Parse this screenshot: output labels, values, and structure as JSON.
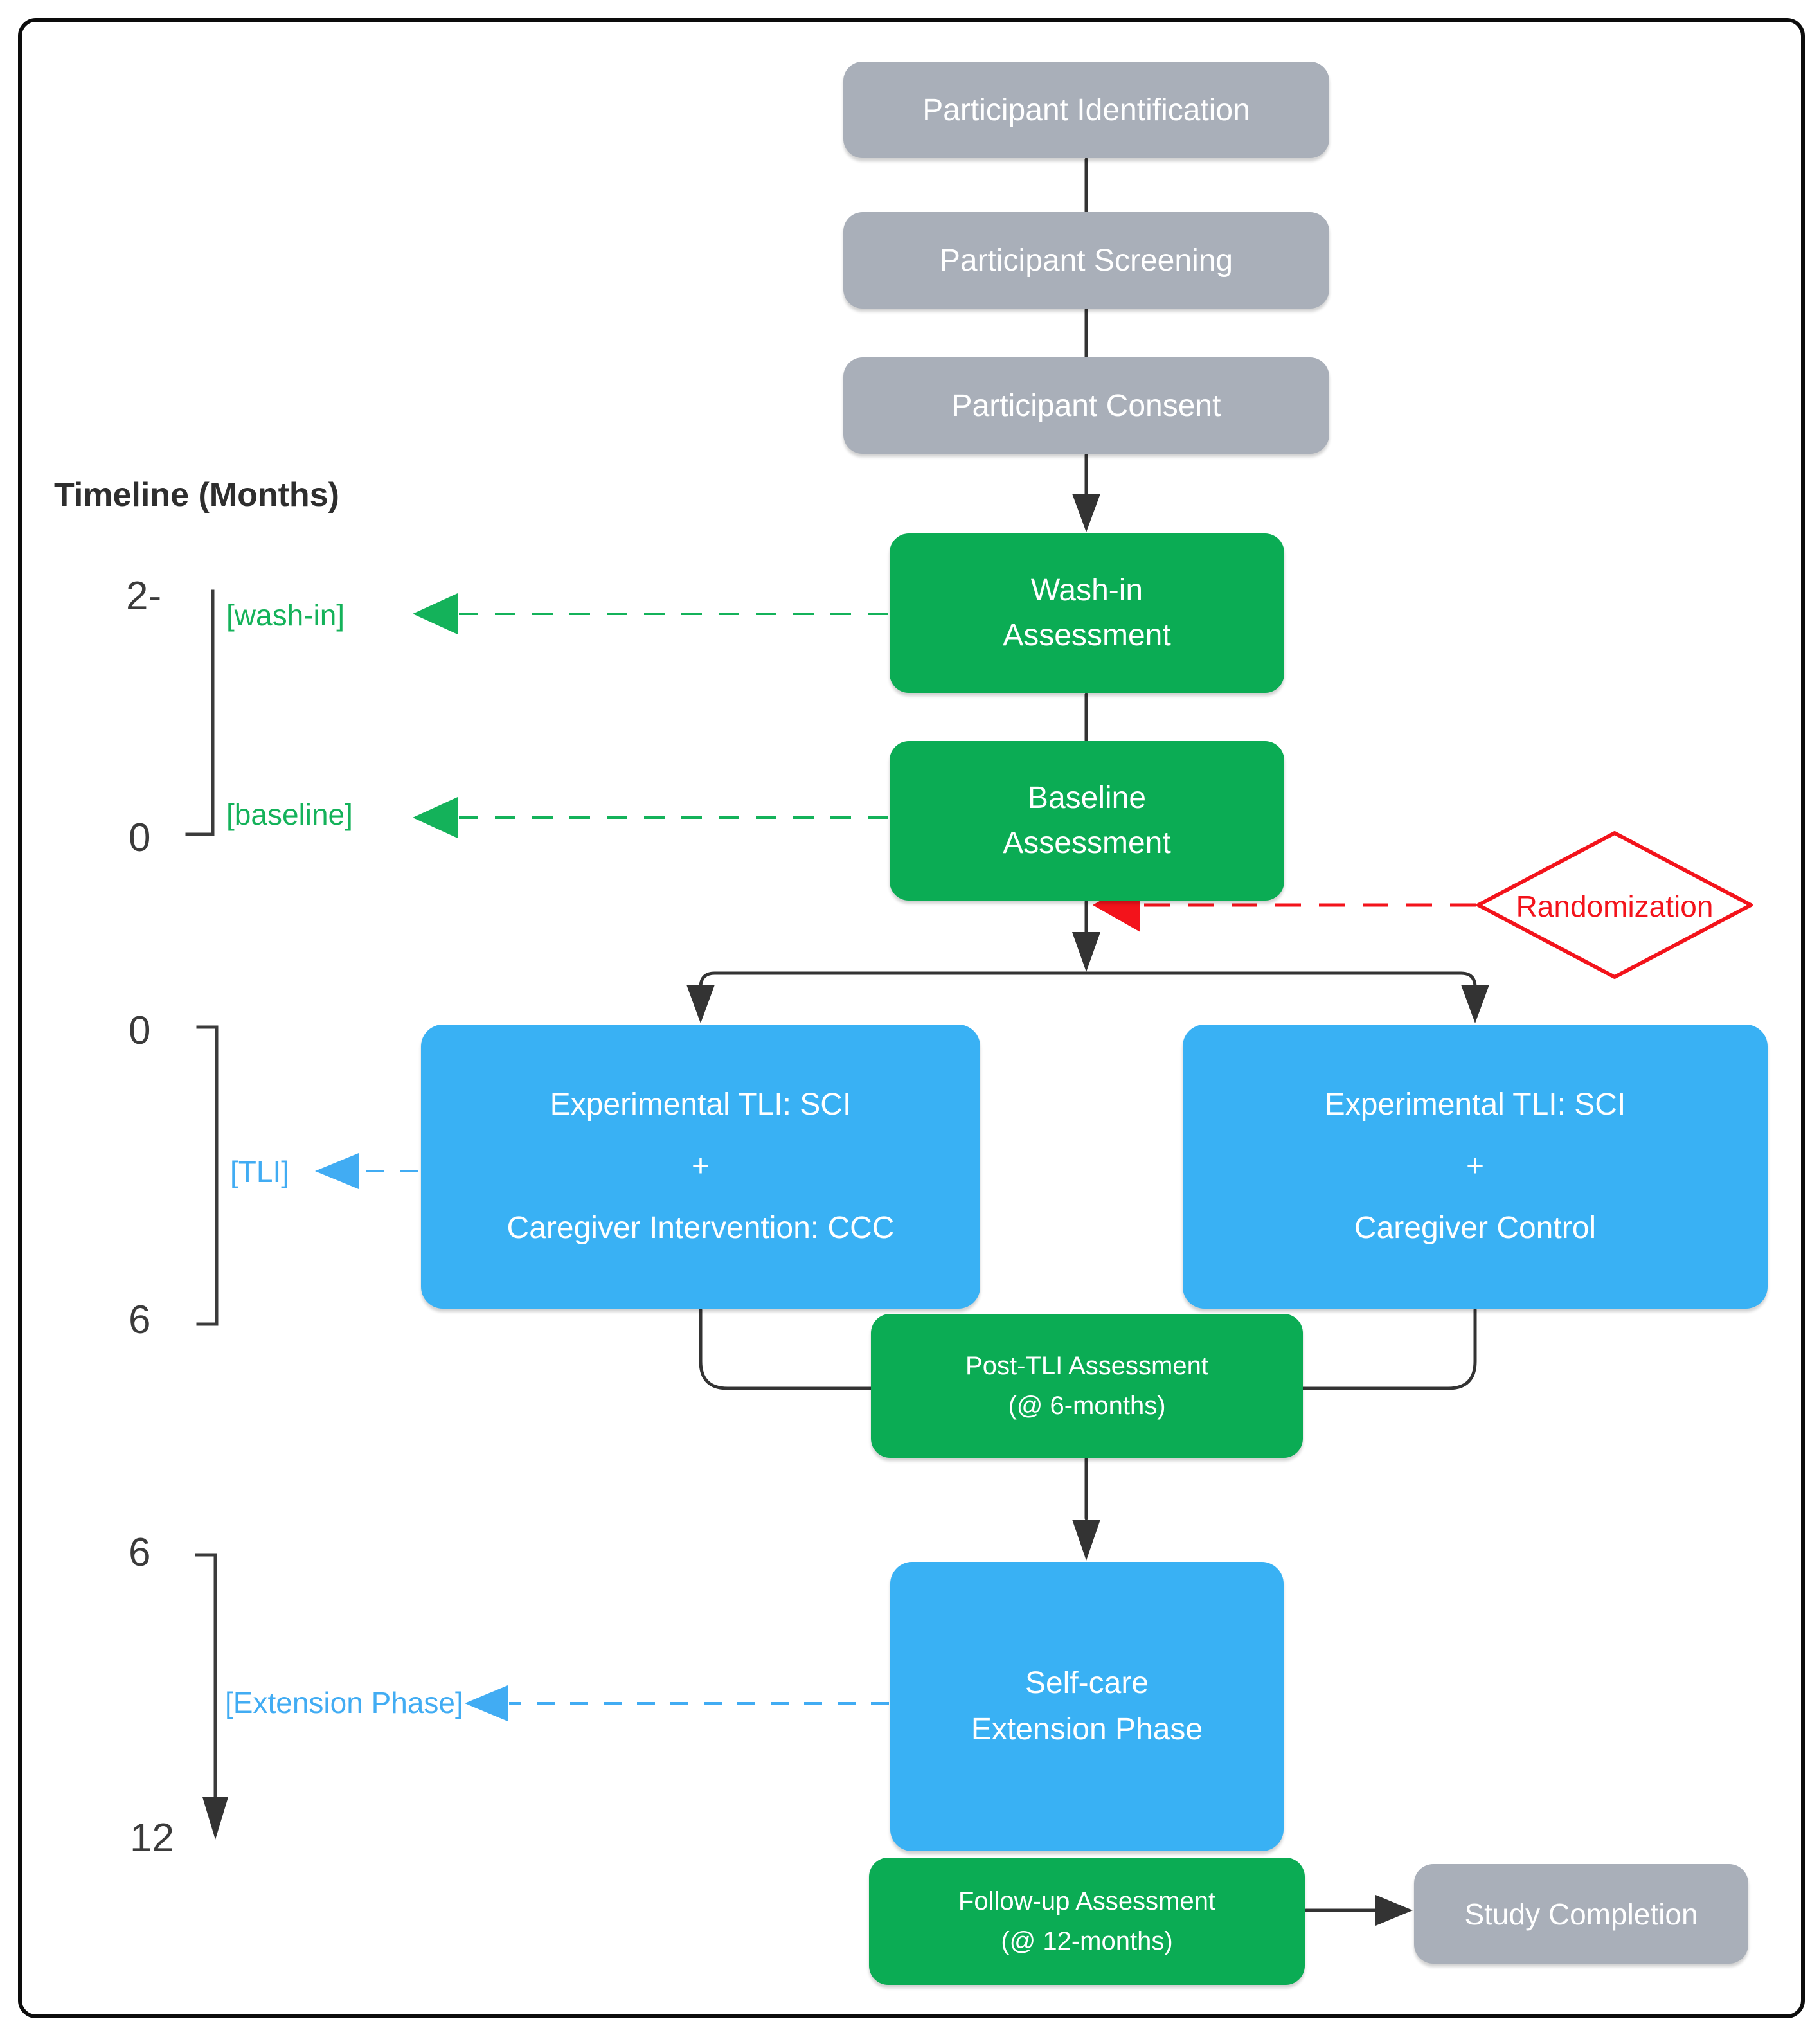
{
  "flowchart": {
    "pre": {
      "identification": "Participant Identification",
      "screening": "Participant Screening",
      "consent": "Participant Consent"
    },
    "assessments": {
      "wash_in": "Wash-in\nAssessment",
      "baseline": "Baseline\nAssessment",
      "post_tli": "Post-TLI Assessment\n(@ 6-months)",
      "follow_up": "Follow-up Assessment\n(@ 12-months)"
    },
    "decision": {
      "randomization": "Randomization"
    },
    "arms": {
      "intervention": "Experimental TLI: SCI\n+\nCaregiver Intervention: CCC",
      "control": "Experimental TLI: SCI\n+\nCaregiver Control"
    },
    "extension": "Self-care\nExtension Phase",
    "completion": "Study Completion"
  },
  "timeline": {
    "title": "Timeline (Months)",
    "wash_in": {
      "start": "2-",
      "end": "0",
      "label": "[wash-in]"
    },
    "baseline_label": "[baseline]",
    "tli": {
      "start": "0",
      "end": "6",
      "label": "[TLI]"
    },
    "extension": {
      "start": "6",
      "end": "12",
      "label": "[Extension Phase]"
    }
  },
  "colors": {
    "green": "#0BAC54",
    "blue": "#39B1F4",
    "gray": "#A9AFB9",
    "red": "#F3131B",
    "line": "#333333",
    "label_blue": "#41ACF3",
    "label_green": "#14B25A",
    "text_dark": "#363636"
  }
}
